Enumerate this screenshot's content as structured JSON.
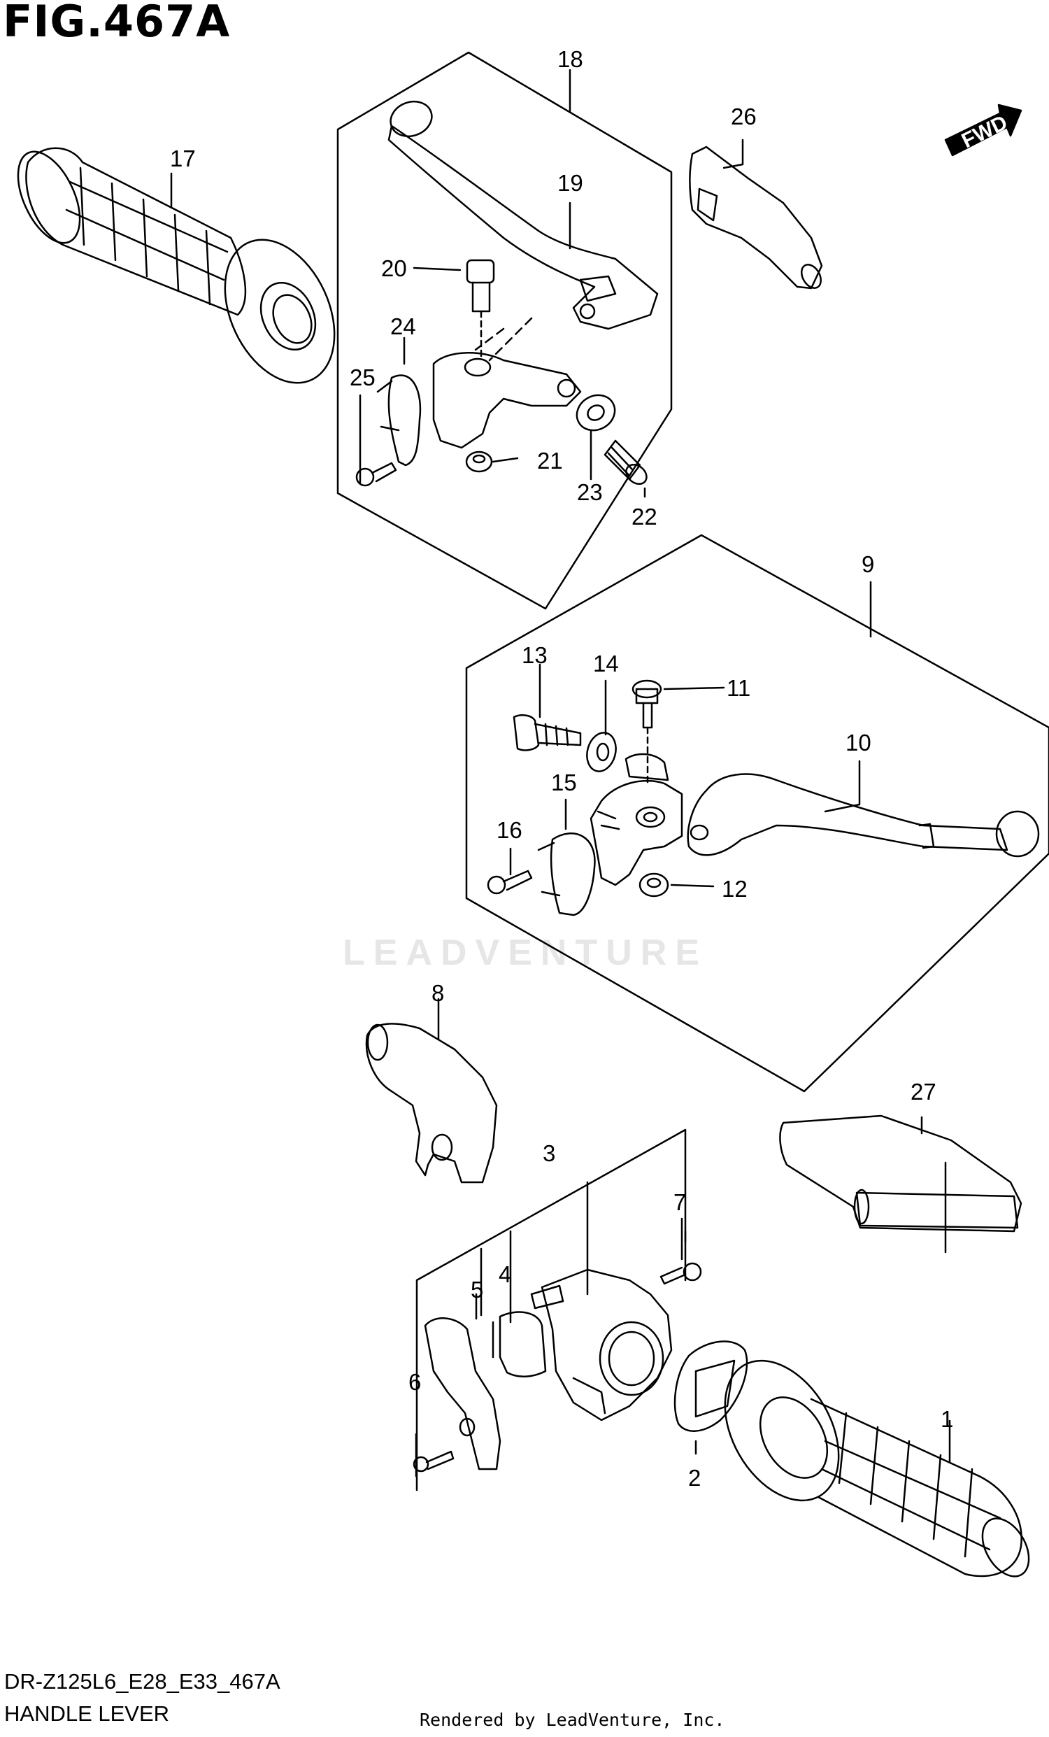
{
  "figure": {
    "title": "FIG.467A",
    "model_code": "DR-Z125L6_E28_E33_467A",
    "section_name": "HANDLE LEVER",
    "credit": "Rendered by LeadVenture, Inc.",
    "watermark": "LEADVENTURE",
    "direction_arrow": "FWD"
  },
  "callouts": [
    "1",
    "2",
    "3",
    "4",
    "5",
    "6",
    "7",
    "8",
    "9",
    "10",
    "11",
    "12",
    "13",
    "14",
    "15",
    "16",
    "17",
    "18",
    "19",
    "20",
    "21",
    "22",
    "23",
    "24",
    "25",
    "26",
    "27"
  ],
  "colors": {
    "line": "#000000",
    "background": "#ffffff",
    "watermark": "#e6e6e6"
  }
}
